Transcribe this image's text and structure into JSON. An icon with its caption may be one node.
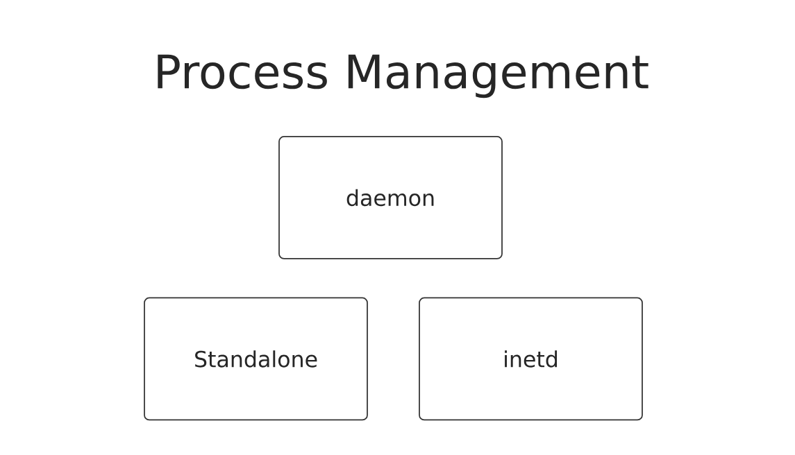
{
  "diagram": {
    "title": "Process Management",
    "nodes": [
      {
        "text": [
          "daemon"
        ]
      },
      {
        "text": [
          "Standalone"
        ]
      },
      {
        "text": [
          "inetd"
        ]
      }
    ]
  }
}
